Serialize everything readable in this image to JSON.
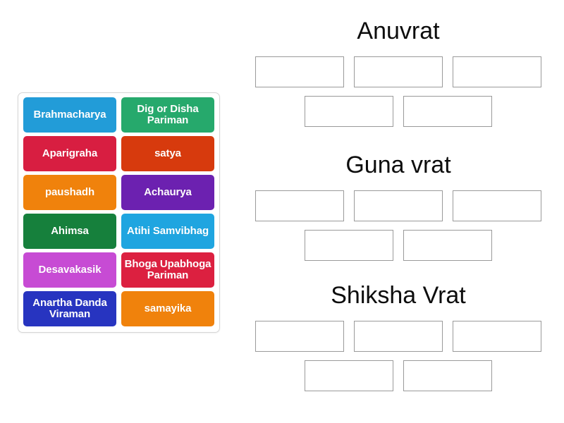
{
  "tray": {
    "name": "word-tiles-tray",
    "tiles": [
      {
        "label": "Brahmacharya",
        "color": "#229CD8"
      },
      {
        "label": "Dig or Disha Pariman",
        "color": "#26A96C"
      },
      {
        "label": "Aparigraha",
        "color": "#D81E41"
      },
      {
        "label": "satya",
        "color": "#D73A0D"
      },
      {
        "label": "paushadh",
        "color": "#F0820C"
      },
      {
        "label": "Achaurya",
        "color": "#6C21B0"
      },
      {
        "label": "Ahimsa",
        "color": "#16803C"
      },
      {
        "label": "Atihi Samvibhag",
        "color": "#1FA5E0"
      },
      {
        "label": "Desavakasik",
        "color": "#C74BD4"
      },
      {
        "label": "Bhoga Upabhoga Pariman",
        "color": "#DC2040"
      },
      {
        "label": "Anartha Danda Viraman",
        "color": "#2734C0"
      },
      {
        "label": "samayika",
        "color": "#F0820C"
      }
    ]
  },
  "sections": [
    {
      "title": "Anuvrat",
      "slots_top": [
        "",
        "",
        ""
      ],
      "slots_bottom": [
        "",
        ""
      ]
    },
    {
      "title": "Guna vrat",
      "slots_top": [
        "",
        "",
        ""
      ],
      "slots_bottom": [
        "",
        ""
      ]
    },
    {
      "title": "Shiksha Vrat",
      "slots_top": [
        "",
        "",
        ""
      ],
      "slots_bottom": [
        "",
        ""
      ]
    }
  ]
}
